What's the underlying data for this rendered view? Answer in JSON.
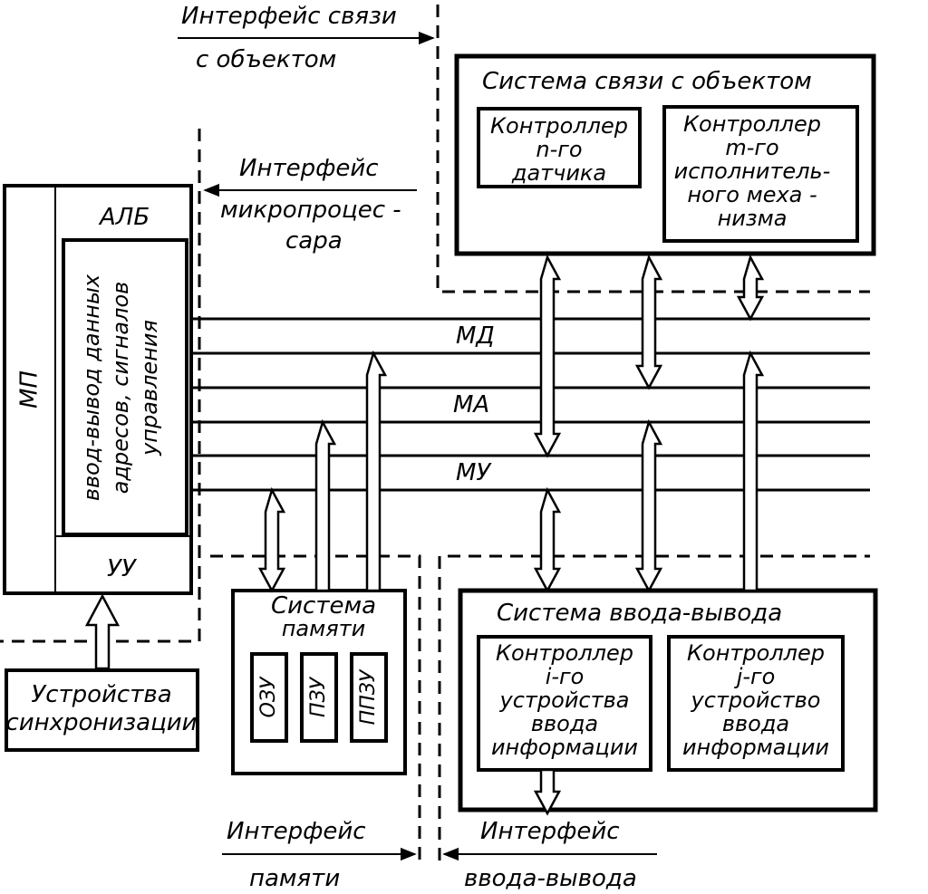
{
  "interfaces": {
    "object_link": [
      "Интерфейс связи",
      "с объектом"
    ],
    "microprocessor": [
      "Интерфейс",
      "микропроцес -",
      "сара"
    ],
    "memory": [
      "Интерфейс",
      "памяти"
    ],
    "io": [
      "Интерфейс",
      "ввода-вывода"
    ]
  },
  "mp": {
    "label": "МП",
    "alu": "АЛБ",
    "io_block": [
      "ввод-вывод данных",
      "адресов, сигналов",
      "управления"
    ],
    "control": "УУ"
  },
  "sync": [
    "Устройства",
    "синхронизации"
  ],
  "buses": {
    "data": "МД",
    "address": "МА",
    "control": "МУ"
  },
  "object_system": {
    "title": "Система связи с объектом",
    "sensor_ctrl": [
      "Контроллер",
      "n-го",
      "датчика"
    ],
    "actuator_ctrl": [
      "Контроллер",
      "m-го",
      "исполнитель-",
      "ного меха -",
      "низма"
    ]
  },
  "memory_system": {
    "title": [
      "Система",
      "памяти"
    ],
    "modules": [
      "ОЗУ",
      "ПЗУ",
      "ППЗУ"
    ]
  },
  "io_system": {
    "title": "Система ввода-вывода",
    "ctrl_i": [
      "Контроллер",
      "i-го",
      "устройства",
      "ввода",
      "информации"
    ],
    "ctrl_j": [
      "Контроллер",
      "j-го",
      "устройство",
      "ввода",
      "информации"
    ]
  }
}
